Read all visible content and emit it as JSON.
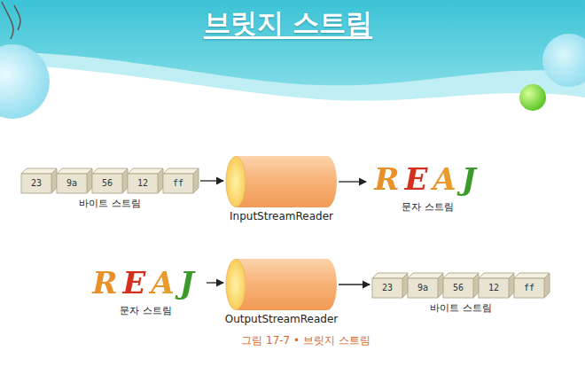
{
  "diagram": {
    "title": "브릿지 스트림",
    "caption": "그림 17-7 • 브릿지 스트림",
    "nodes": [
      {
        "text": [
          "바이트 스트림"
        ]
      },
      {
        "text": [
          "23"
        ],
        "in": 0
      },
      {
        "text": [
          "9a"
        ],
        "in": 0
      },
      {
        "text": [
          "56"
        ],
        "in": 0
      },
      {
        "text": [
          "12"
        ],
        "in": 0
      },
      {
        "text": [
          "ff"
        ],
        "in": 0
      },
      {
        "text": [
          "InputStreamReader"
        ]
      },
      {
        "text": [
          "REAJ",
          "문자 스트림"
        ]
      },
      {
        "text": [
          "REAJ",
          "문자 스트림"
        ]
      },
      {
        "text": [
          "OutputStreamReader"
        ]
      },
      {
        "text": [
          "바이트 스트림"
        ]
      },
      {
        "text": [
          "23"
        ],
        "in": 10
      },
      {
        "text": [
          "9a"
        ],
        "in": 10
      },
      {
        "text": [
          "56"
        ],
        "in": 10
      },
      {
        "text": [
          "12"
        ],
        "in": 10
      },
      {
        "text": [
          "ff"
        ],
        "in": 10
      }
    ],
    "edges": [
      {
        "from": 0,
        "to": 6,
        "arrow": "to"
      },
      {
        "from": 6,
        "to": 7,
        "arrow": "to"
      },
      {
        "from": 8,
        "to": 9,
        "arrow": "to"
      },
      {
        "from": 9,
        "to": 10,
        "arrow": "to"
      }
    ]
  }
}
